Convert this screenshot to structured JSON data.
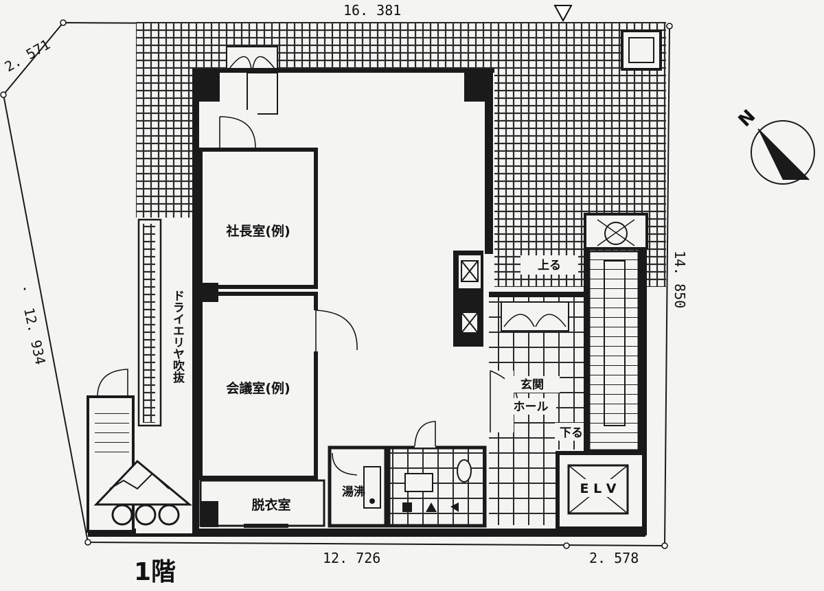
{
  "dimensions": {
    "top": "16. 381",
    "top_left": "2. 571",
    "left": "12. 934",
    "right": "14. 850",
    "bottom": "12. 726",
    "bottom_right": "2. 578"
  },
  "rooms": {
    "president_room": "社長室(例)",
    "meeting_room": "会議室(例)",
    "dressing_room": "脱衣室",
    "water_heater": "湯沸",
    "entrance_hall_1": "玄関",
    "entrance_hall_2": "ホール",
    "dry_area": "ドライエリヤ吹抜",
    "stairs_up": "上る",
    "stairs_down": "下る",
    "elevator": "E L V"
  },
  "compass": {
    "north_label": "N"
  },
  "floor_label": "1階",
  "colors": {
    "ink": "#1a1a1a",
    "paper": "#f4f4f2",
    "hatch": "#2a2a2a"
  }
}
